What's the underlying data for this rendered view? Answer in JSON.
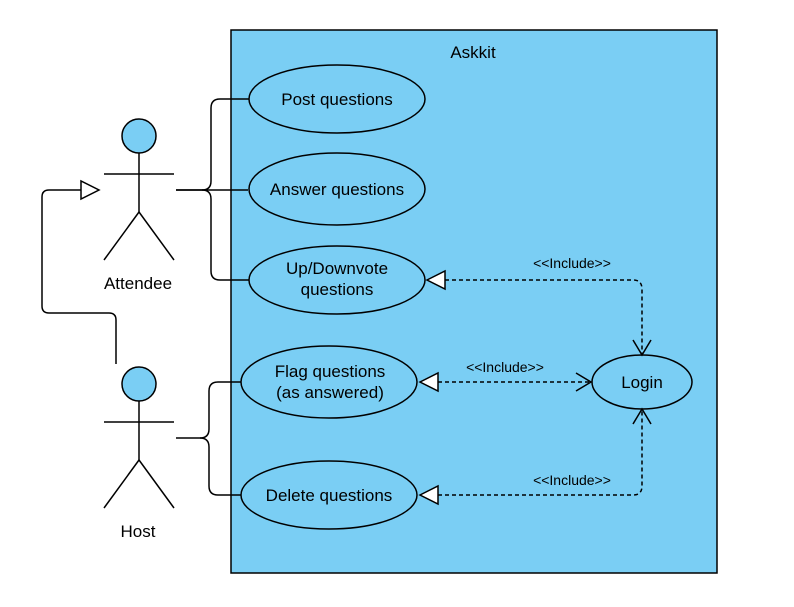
{
  "diagram": {
    "system": {
      "title": "Askkit"
    },
    "actors": {
      "attendee": {
        "label": "Attendee"
      },
      "host": {
        "label": "Host"
      }
    },
    "use_cases": {
      "post": {
        "lines": [
          "Post questions"
        ]
      },
      "answer": {
        "lines": [
          "Answer questions"
        ]
      },
      "vote": {
        "lines": [
          "Up/Downvote",
          "questions"
        ]
      },
      "flag": {
        "lines": [
          "Flag questions",
          "(as answered)"
        ]
      },
      "delete": {
        "lines": [
          "Delete questions"
        ]
      },
      "login": {
        "lines": [
          "Login"
        ]
      }
    },
    "relations": {
      "include_vote": "<<Include>>",
      "include_flag": "<<Include>>",
      "include_delete": "<<Include>>"
    }
  },
  "colors": {
    "system_fill": "#7acef4",
    "usecase_fill": "#7acef4",
    "actor_head_fill": "#7acef4",
    "stroke": "#000000"
  }
}
